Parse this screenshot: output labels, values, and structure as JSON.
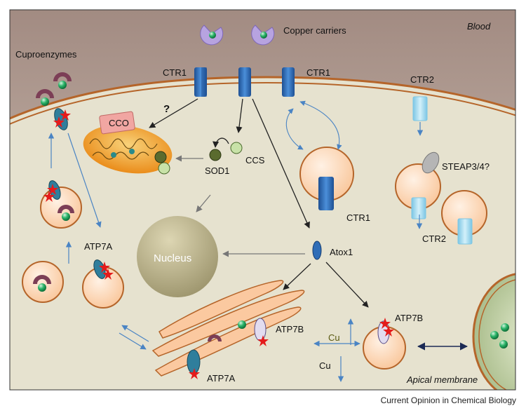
{
  "labels": {
    "blood": "Blood",
    "copper_carriers": "Copper carriers",
    "cuproenzymes": "Cuproenzymes",
    "ctr1_left": "CTR1",
    "ctr1_right": "CTR1",
    "ctr1_vesicle": "CTR1",
    "ctr2_top": "CTR2",
    "ctr2_vesicle": "CTR2",
    "steap": "STEAP3/4?",
    "question": "?",
    "cco": "CCO",
    "sod1": "SOD1",
    "ccs": "CCS",
    "nucleus": "Nucleus",
    "atox1": "Atox1",
    "atp7a_mid": "ATP7A",
    "atp7a_bottom": "ATP7A",
    "atp7b_golgi": "ATP7B",
    "atp7b_right": "ATP7B",
    "cu_top": "Cu",
    "cu_bottom": "Cu",
    "apical": "Apical membrane"
  },
  "caption": "Current Opinion in Chemical Biology",
  "colors": {
    "blood_top": "#a58f85",
    "cytoplasm": "#e7e3d2",
    "membrane": "#b5652a",
    "vesicle": "#fbc9a0",
    "ctr1": "#2f6db7",
    "ctr2": "#a9ddef",
    "copper": "#1fa05a",
    "star": "#e41b1b",
    "arrow_blue": "#4a84c4"
  }
}
